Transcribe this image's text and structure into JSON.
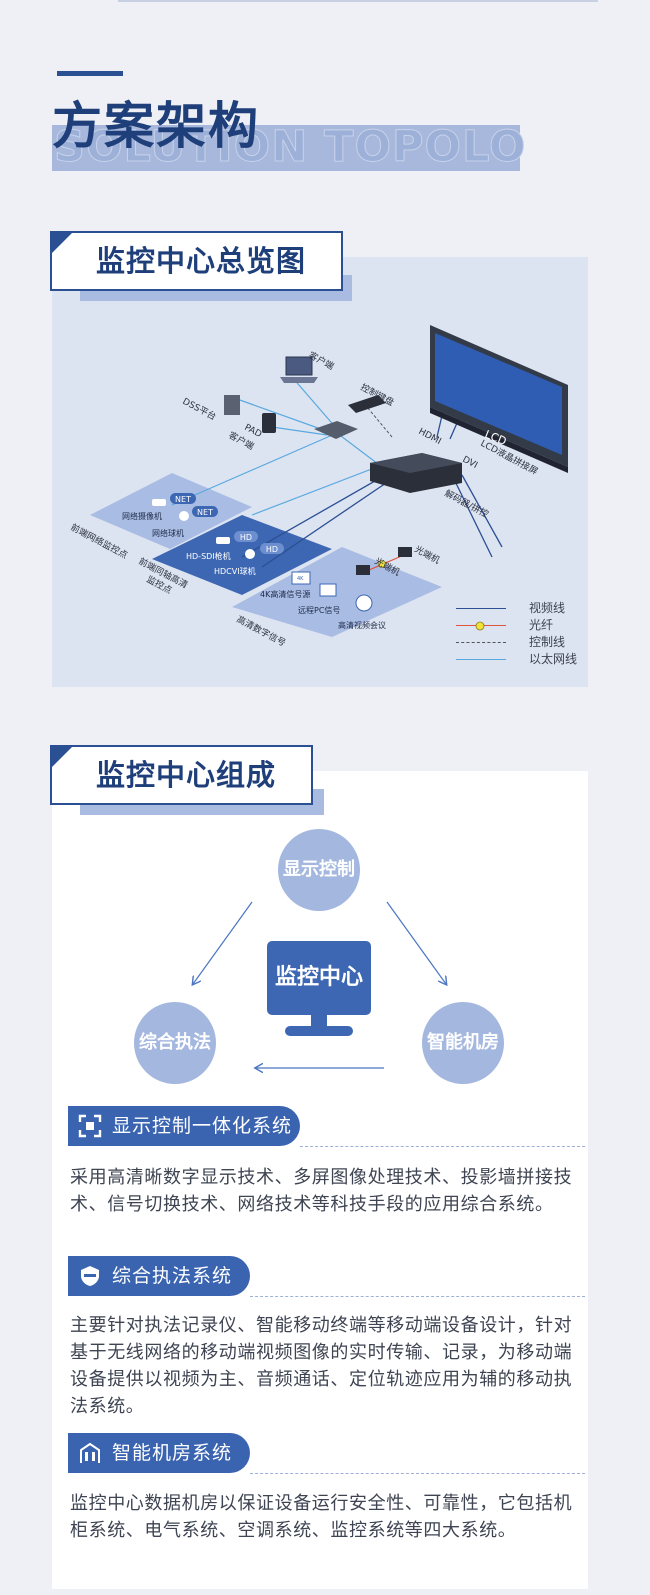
{
  "page": {
    "title": "方案架构",
    "watermark": "SOLUTION TOPOLOGY"
  },
  "overview": {
    "heading": "监控中心总览图",
    "labels": {
      "client": "客户端",
      "control_keyboard": "控制键盘",
      "dss_platform": "DSS平台",
      "pad_client_1": "PAD",
      "pad_client_2": "客户端",
      "hdmi": "HDMI",
      "dvi": "DVI",
      "lcd": "LCD",
      "lcd_wall": "LCD液晶拼接屏",
      "decoder": "解码器/拼控",
      "net_1": "NET",
      "net_2": "NET",
      "network_camera": "网络摄像机",
      "network_dome": "网络球机",
      "front_ip_point": "前端网络监控点",
      "hd_1": "HD",
      "hd_2": "HD",
      "hdsdi_camera": "HD-SDI枪机",
      "hdcvi_dome": "HDCVI球机",
      "front_coax_1": "前端同轴高清",
      "front_coax_2": "监控点",
      "optical_1": "光端机",
      "optical_2": "光端机",
      "source_4k": "4K高清信号源",
      "remote_pc": "远程PC信号",
      "hd_conference": "高清视频会议",
      "hd_digital": "高清数字信号",
      "small_4k": "4K"
    },
    "legend": [
      {
        "label": "视频线",
        "color": "#2b4f93"
      },
      {
        "label": "光纤",
        "color": "#e0533d"
      },
      {
        "label": "控制线",
        "color": "#555555"
      },
      {
        "label": "以太网线",
        "color": "#5aa9e0"
      }
    ]
  },
  "composition": {
    "heading": "监控中心组成",
    "center": "监控中心",
    "nodes": {
      "display": "显示控制",
      "enforcement": "综合执法",
      "machine_room": "智能机房"
    },
    "sections": [
      {
        "title": "显示控制一体化系统",
        "icon": "focus-frame-icon",
        "body": "采用高清晰数字显示技术、多屏图像处理技术、投影墙拼接技术、信号切换技术、网络技术等科技手段的应用综合系统。"
      },
      {
        "title": "综合执法系统",
        "icon": "shield-badge-icon",
        "body": "主要针对执法记录仪、智能移动终端等移动端设备设计，针对基于无线网络的移动端视频图像的实时传输、记录，为移动端设备提供以视频为主、音频通话、定位轨迹应用为辅的移动执法系统。"
      },
      {
        "title": "智能机房系统",
        "icon": "building-icon",
        "body": "监控中心数据机房以保证设备运行安全性、可靠性，它包括机柜系统、电气系统、空调系统、监控系统等四大系统。"
      }
    ]
  }
}
